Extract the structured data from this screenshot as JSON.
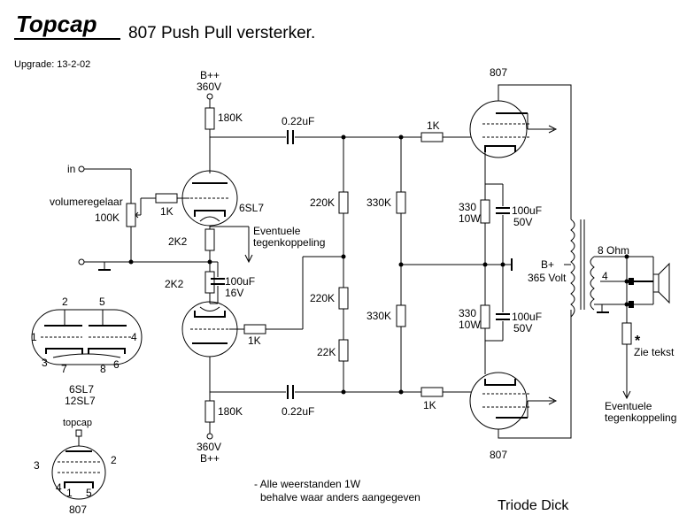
{
  "header": {
    "brand": "Topcap",
    "title": "807 Push Pull versterker.",
    "upgrade": "Upgrade: 13-2-02"
  },
  "supply": {
    "top_label": "B++",
    "top_voltage": "360V",
    "bottom_voltage": "360V",
    "bottom_label": "B++",
    "bplus": "B+",
    "bplus_voltage": "365 Volt"
  },
  "input": {
    "in_label": "in",
    "pot_label": "volumeregelaar",
    "pot_value": "100K"
  },
  "resistors": {
    "r_anode_top": "180K",
    "r_anode_bottom": "180K",
    "r_grid_top": "1K",
    "r_grid_bottom": "1K",
    "r_cathode_top": "2K2",
    "r_cathode_bottom": "2K2",
    "r_divider_top": "220K",
    "r_divider_mid": "220K",
    "r_divider_low": "22K",
    "r_grid_a": "330K",
    "r_grid_b": "330K",
    "r_stopper_top": "1K",
    "r_stopper_bottom": "1K",
    "r_cath_807_top": "330",
    "r_cath_807_top_w": "10W",
    "r_cath_807_bottom": "330",
    "r_cath_807_bottom_w": "10W"
  },
  "capacitors": {
    "c_coupling_top": "0.22uF",
    "c_coupling_bottom": "0.22uF",
    "c_cathode_6sl7": "100uF",
    "c_cathode_6sl7_v": "16V",
    "c_807_top": "100uF",
    "c_807_top_v": "50V",
    "c_807_bottom": "100uF",
    "c_807_bottom_v": "50V"
  },
  "tubes": {
    "driver": "6SL7",
    "output_top": "807",
    "output_bottom": "807"
  },
  "feedback": {
    "label_line1": "Eventuele",
    "label_line2": "tegenkoppeling",
    "out_line1": "Eventuele",
    "out_line2": "tegenkoppeling",
    "zie": "Zie tekst",
    "star": "*"
  },
  "output": {
    "ohm8": "8 Ohm",
    "tap4": "4"
  },
  "pinout_6sl7": {
    "p1": "1",
    "p2": "2",
    "p3": "3",
    "p4": "4",
    "p5": "5",
    "p6": "6",
    "p7": "7",
    "p8": "8",
    "name1": "6SL7",
    "name2": "12SL7"
  },
  "pinout_807": {
    "topcap": "topcap",
    "p1": "1",
    "p2": "2",
    "p3": "3",
    "p4": "4",
    "p5": "5",
    "name": "807"
  },
  "notes": {
    "line1": "- Alle weerstanden 1W",
    "line2": "behalve waar anders aangegeven",
    "author": "Triode Dick"
  }
}
